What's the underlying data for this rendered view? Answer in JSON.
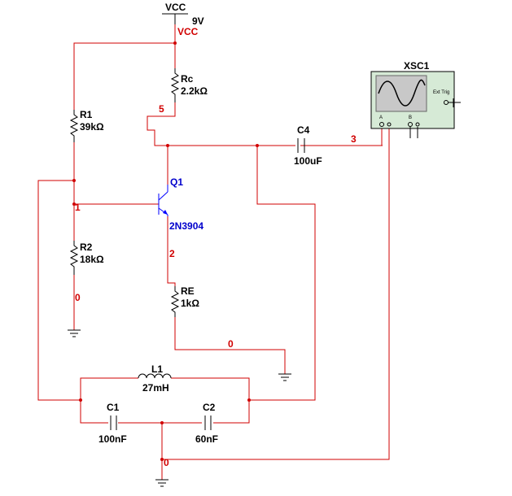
{
  "power": {
    "name": "VCC",
    "voltage": "9V",
    "net": "VCC"
  },
  "components": {
    "rc": {
      "ref": "Rc",
      "value": "2.2kΩ"
    },
    "r1": {
      "ref": "R1",
      "value": "39kΩ"
    },
    "r2": {
      "ref": "R2",
      "value": "18kΩ"
    },
    "re": {
      "ref": "RE",
      "value": "1kΩ"
    },
    "c4": {
      "ref": "C4",
      "value": "100uF"
    },
    "q1": {
      "ref": "Q1",
      "part": "2N3904"
    },
    "l1": {
      "ref": "L1",
      "value": "27mH"
    },
    "c1": {
      "ref": "C1",
      "value": "100nF"
    },
    "c2": {
      "ref": "C2",
      "value": "60nF"
    }
  },
  "nets": {
    "n5": "5",
    "n3": "3",
    "n1": "1",
    "n2": "2",
    "n0a": "0",
    "n0b": "0",
    "n0c": "0"
  },
  "scope": {
    "ref": "XSC1",
    "ext_trig": "Ext Trig",
    "ch_a": "A",
    "ch_b": "B"
  },
  "colors": {
    "wire": "#d10000",
    "transistor_label": "#0000cc",
    "scope_body": "#d6ead6"
  }
}
